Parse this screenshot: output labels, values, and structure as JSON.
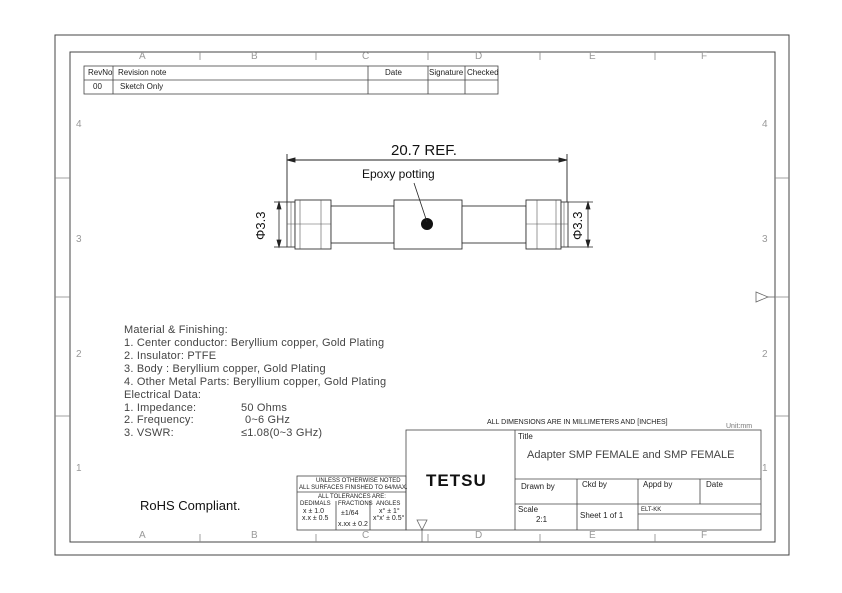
{
  "zones": {
    "columns": [
      "A",
      "B",
      "C",
      "D",
      "E",
      "F"
    ],
    "rows": [
      "4",
      "3",
      "2",
      "1"
    ]
  },
  "revision_table": {
    "headers": [
      "RevNo",
      "Revision note",
      "Date",
      "Signature",
      "Checked"
    ],
    "rows": [
      [
        "00",
        "Sketch Only",
        "",
        "",
        ""
      ]
    ]
  },
  "drawing": {
    "overall_dim": "20.7 REF.",
    "callout": "Epoxy potting",
    "dia_left": "Φ3.3",
    "dia_right": "Φ3.3"
  },
  "notes": {
    "lines": [
      "Material & Finishing:",
      "1. Center conductor: Beryllium copper, Gold Plating",
      "2. Insulator: PTFE",
      "3. Body : Beryllium copper, Gold Plating",
      "4. Other Metal Parts: Beryllium copper, Gold Plating",
      "Electrical Data:"
    ],
    "electrical": [
      {
        "label": "1. Impedance:",
        "value": "50 Ohms"
      },
      {
        "label": "2. Frequency:",
        "value": "0~6  GHz"
      },
      {
        "label": "3. VSWR:",
        "value": "≤1.08(0~3 GHz)"
      }
    ],
    "rohs": "RoHS Compliant."
  },
  "tolerance_block": {
    "line1": "UNLESS OTHERWISE NOTED",
    "line2": "ALL SURFACES FINISHED TO 64/MAX.",
    "line3": "ALL TOLERANCES ARE:",
    "decimals_h": "DEDIMALS",
    "fractions_h": "FRACTIONS",
    "angles_h": "ANGLES",
    "dec1": "x ± 1.0",
    "dec2": "x.x ± 0.5",
    "dec3": "x.xx ± 0.2",
    "frac": "±1/64",
    "ang1": "x° ± 1°",
    "ang2": "x°x' ± 0.5°"
  },
  "title_block": {
    "units_note": "ALL DIMENSIONS ARE IN MILLIMETERS AND [INCHES]",
    "unit": "Unit:mm",
    "company": "TETSU",
    "title_label": "Title",
    "title": "Adapter SMP FEMALE and SMP FEMALE",
    "drawn_by": "Drawn by",
    "ckd_by": "Ckd by",
    "appd_by": "Appd by",
    "date": "Date",
    "appd_value": "ELT-KK",
    "scale_label": "Scale",
    "scale": "2:1",
    "sheet": "Sheet 1 of 1"
  }
}
